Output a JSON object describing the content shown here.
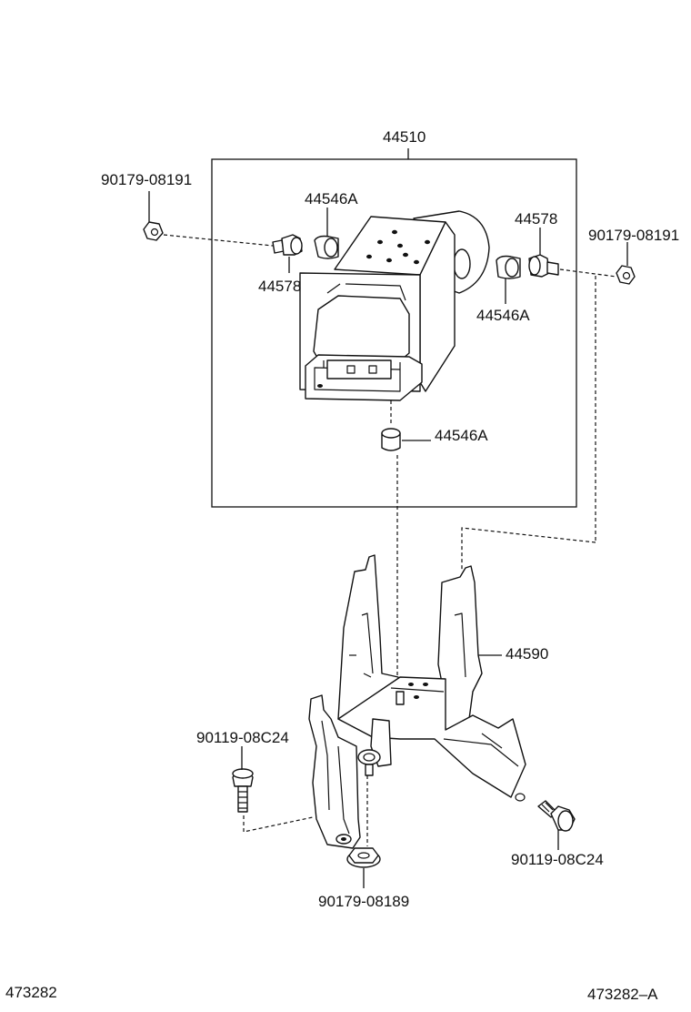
{
  "labels": {
    "assembly": "44510",
    "nut_left": "90179-08191",
    "cushion_top": "44546A",
    "bolt_left": "44578",
    "bolt_right": "44578",
    "nut_right": "90179-08191",
    "cushion_right": "44546A",
    "cushion_bottom": "44546A",
    "bracket": "44590",
    "bolt_lower_left": "90119-08C24",
    "bolt_lower_right": "90119-08C24",
    "nut_bottom": "90179-08189"
  },
  "footer": {
    "left_code": "473282",
    "right_code": "473282–A"
  }
}
